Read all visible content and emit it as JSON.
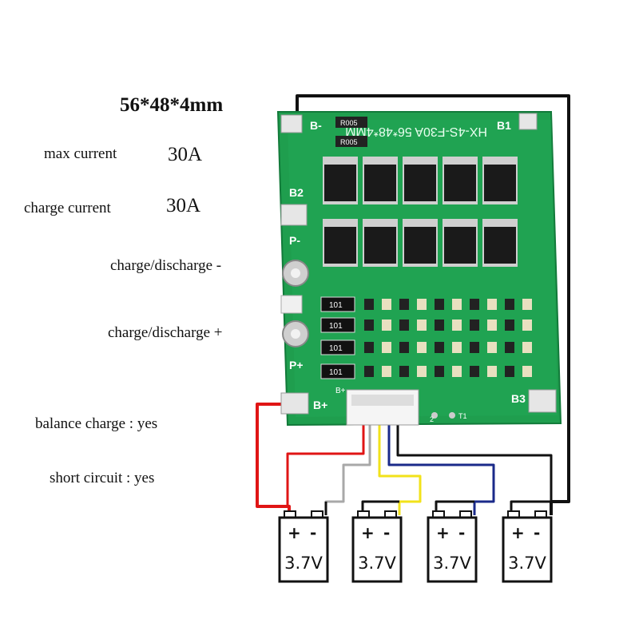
{
  "specs": {
    "dimensions": "56*48*4mm",
    "max_current_label": "max current",
    "max_current_value": "30A",
    "charge_current_label": "charge current",
    "charge_current_value": "30A",
    "charge_discharge_minus": "charge/discharge -",
    "charge_discharge_plus": "charge/discharge +",
    "balance_charge": "balance charge : yes",
    "short_circuit": "short circuit : yes"
  },
  "board": {
    "silkscreen_top": "HX-4S-F30A 56*48*4MM",
    "resistor_top_1": "R005",
    "resistor_top_2": "R005",
    "resistor_side": "101",
    "pad_b_minus": "B-",
    "pad_b1": "B1",
    "pad_b2": "B2",
    "pad_p_minus": "P-",
    "pad_p_plus": "P+",
    "pad_b_plus": "B+",
    "pad_b3": "B3",
    "connector_label": "B+",
    "test_2": "2",
    "test_t1": "T1",
    "colors": {
      "pcb": "#1f9e4e",
      "pcb_dark": "#127a3a",
      "wire_red": "#e01515",
      "wire_gray": "#a8a8a8",
      "wire_yellow": "#f2e21a",
      "wire_blue": "#1a2a8a",
      "wire_black": "#111111"
    }
  },
  "cells": [
    {
      "plus": "+",
      "minus": "-",
      "voltage": "3.7V"
    },
    {
      "plus": "+",
      "minus": "-",
      "voltage": "3.7V"
    },
    {
      "plus": "+",
      "minus": "-",
      "voltage": "3.7V"
    },
    {
      "plus": "+",
      "minus": "-",
      "voltage": "3.7V"
    }
  ]
}
